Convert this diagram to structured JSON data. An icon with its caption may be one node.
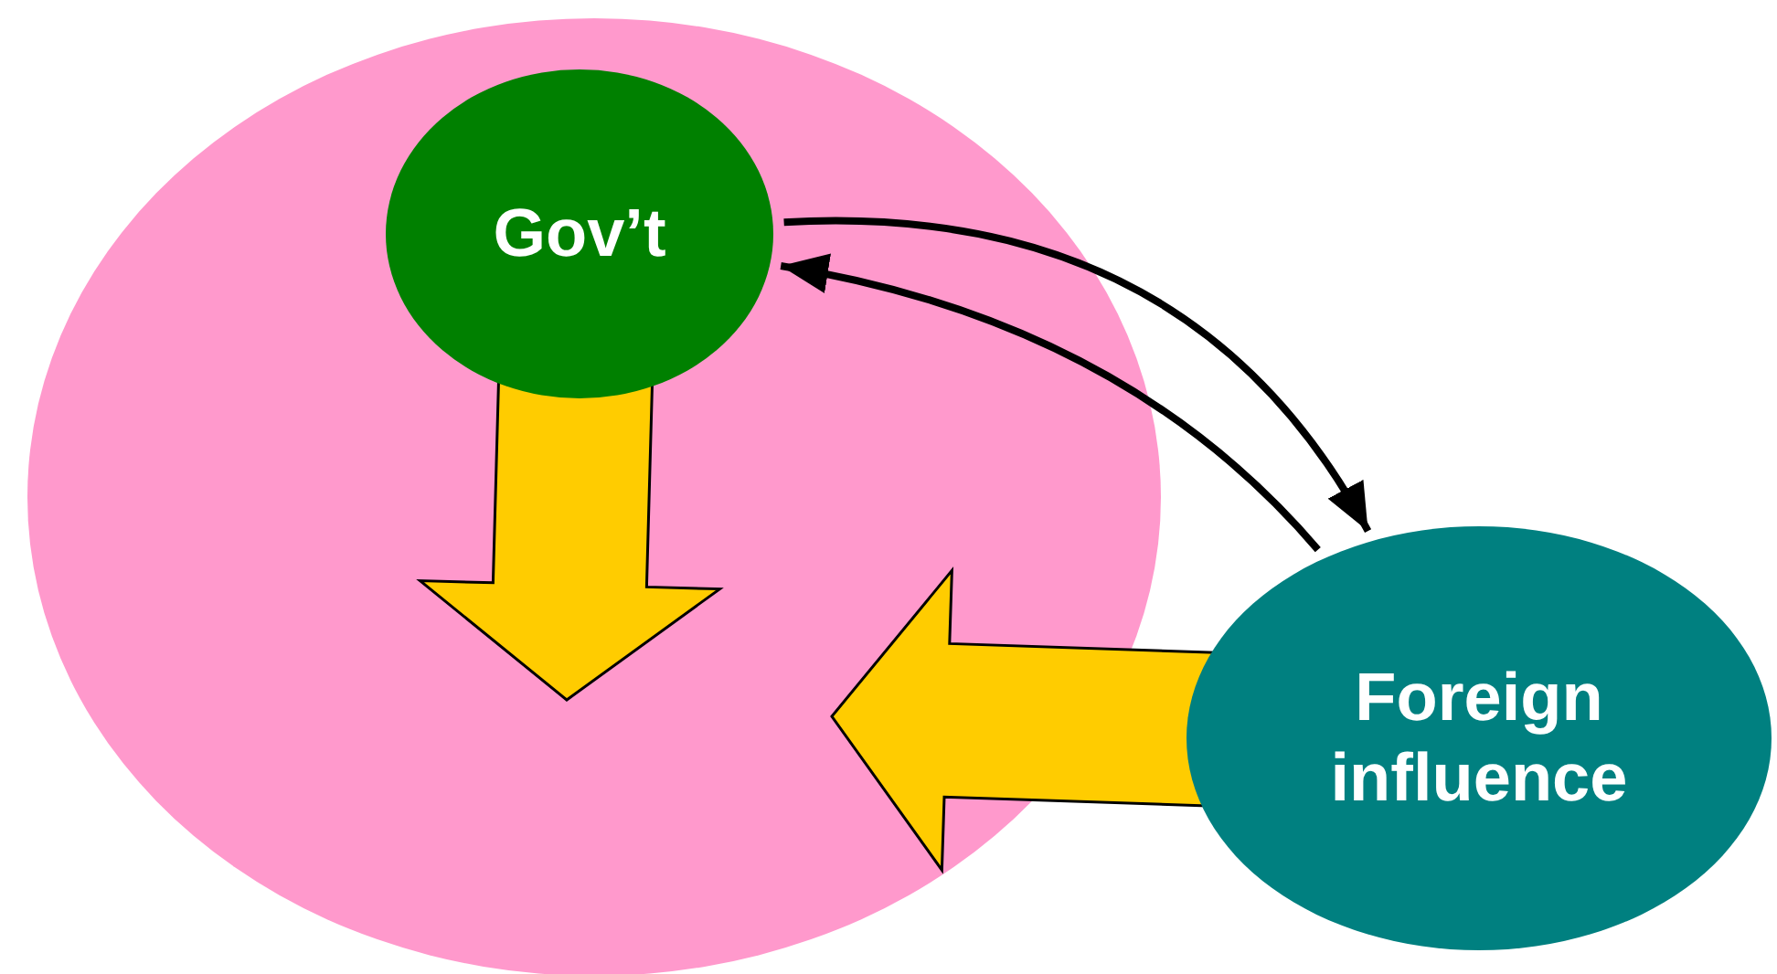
{
  "diagram": {
    "nodes": [
      {
        "text": [],
        "shape": "circle"
      },
      {
        "text": [
          "Gov’t"
        ],
        "in": 0
      },
      {
        "text": [
          "Foreign influence"
        ]
      }
    ],
    "edges": [
      {
        "from": 1,
        "to": null,
        "arrow": "to",
        "style": "thick",
        "color": "#ffcc00"
      },
      {
        "from": 2,
        "to": 0,
        "arrow": "to",
        "style": "thick",
        "color": "#ffcc00"
      },
      {
        "from": 1,
        "to": 2,
        "arrow": "to"
      },
      {
        "from": 2,
        "to": 1,
        "arrow": "to"
      }
    ]
  }
}
